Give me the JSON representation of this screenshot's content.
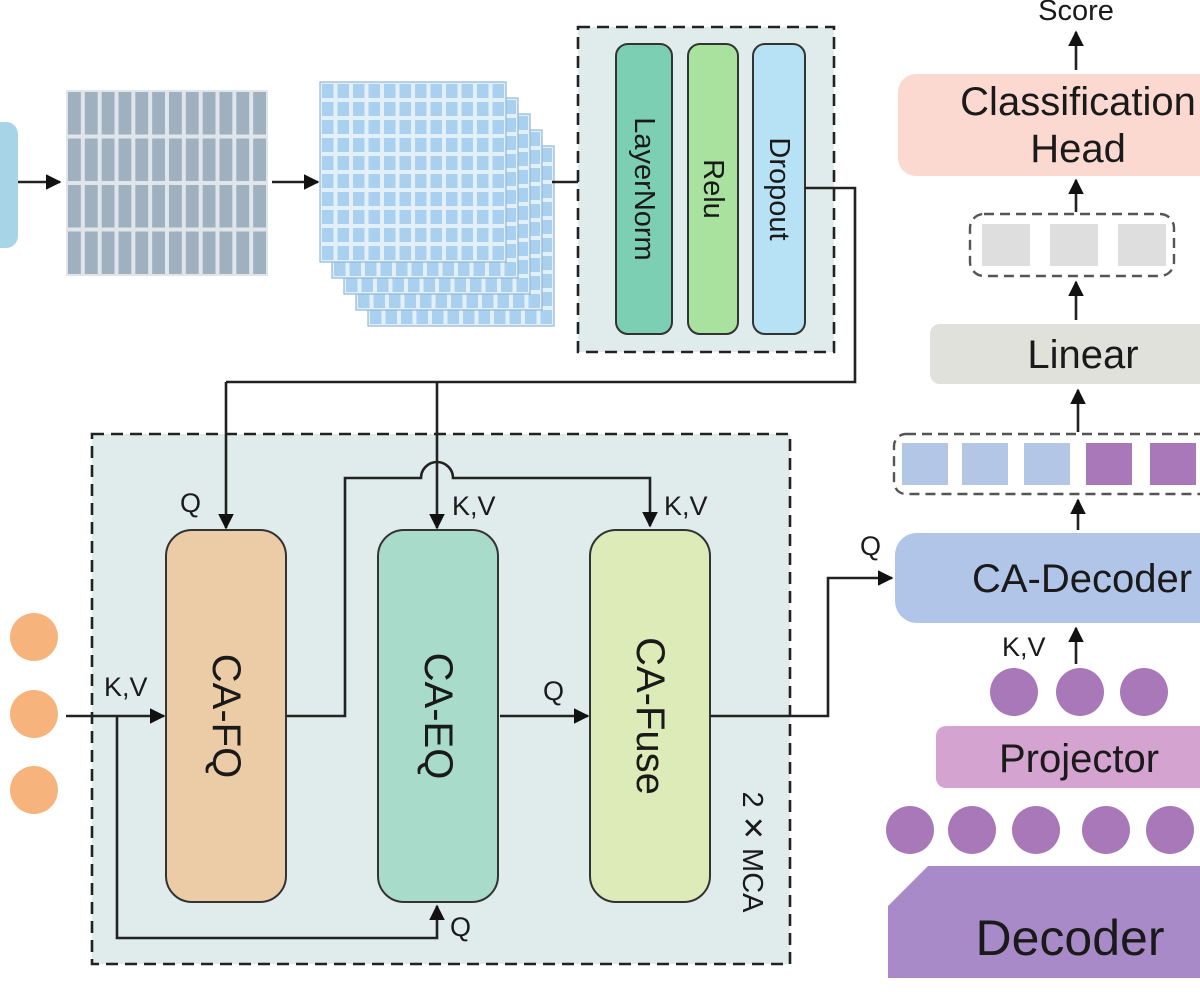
{
  "feature_stage": {
    "norm_block": {
      "layernorm_label": "LayerNorm",
      "relu_label": "Relu",
      "dropout_label": "Dropout"
    }
  },
  "mca": {
    "ca_fq_label": "CA-FQ",
    "ca_eq_label": "CA-EQ",
    "ca_fuse_label": "CA-Fuse",
    "repeat_label": "2 ✕ MCA",
    "q_fq": "Q",
    "kv_fq": "K,V",
    "kv_eq": "K,V",
    "q_eq": "Q",
    "kv_fuse": "K,V",
    "q_fuse": "Q"
  },
  "decoder_stack": {
    "score_label": "Score",
    "classification_head_label_line1": "Classification",
    "classification_head_label_line2": "Head",
    "linear_label": "Linear",
    "ca_decoder_label": "CA-Decoder",
    "q_decoder": "Q",
    "kv_decoder": "K,V",
    "projector_label": "Projector",
    "decoder_label": "Decoder"
  },
  "colors": {
    "layernorm": "#7dcfb3",
    "relu": "#a9e29f",
    "dropout": "#b7e2f6",
    "ca_fq": "#eccca7",
    "ca_eq": "#a9dbca",
    "ca_fuse": "#dcebb8",
    "panel_bg": "#e0ebeb",
    "classification_head": "#fbd9d0",
    "linear": "#e1e1dc",
    "ca_decoder": "#b0c5e8",
    "projector": "#d4a3cf",
    "decoder": "#a98ac8",
    "purple_dot": "#a878b8",
    "orange_dot": "#f6b37c",
    "token_blue": "#b3c6e6",
    "token_purple": "#a878b8",
    "token_grey": "#dedede"
  }
}
